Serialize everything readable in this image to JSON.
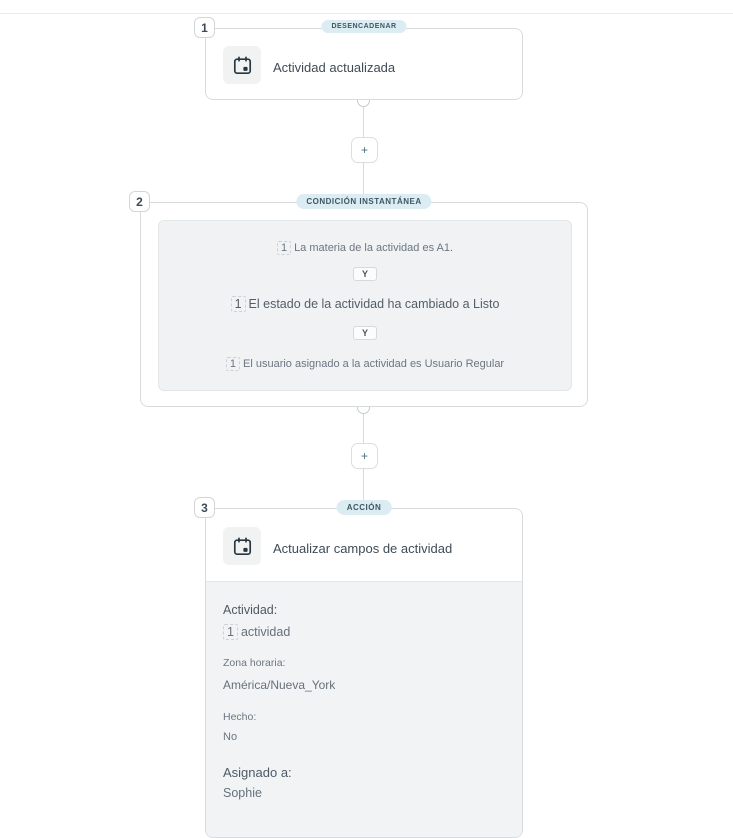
{
  "workflow": {
    "operator_label": "Y",
    "add_button_label": "+",
    "steps": [
      {
        "number": "1",
        "kind": "trigger",
        "type_label": "DESENCADENAR",
        "icon": "calendar-icon",
        "title": "Actividad actualizada"
      },
      {
        "number": "2",
        "kind": "instant-condition",
        "type_label": "CONDICIÓN INSTANTÁNEA",
        "conditions": [
          {
            "count": "1",
            "text": "La materia de la actividad es A1."
          },
          {
            "count": "1",
            "text": "El estado de la actividad ha cambiado a Listo"
          },
          {
            "count": "1",
            "text": "El usuario asignado a la actividad es Usuario Regular"
          }
        ]
      },
      {
        "number": "3",
        "kind": "action",
        "type_label": "ACCIÓN",
        "icon": "calendar-icon",
        "title": "Actualizar campos de actividad",
        "fields": [
          {
            "label": "Actividad:",
            "count": "1",
            "value": "actividad"
          },
          {
            "label": "Zona horaria:",
            "value": "América/Nueva_York"
          },
          {
            "label": "Hecho:",
            "value": "No"
          },
          {
            "label": "Asignado a:",
            "value": "Sophie"
          }
        ]
      }
    ]
  },
  "colors": {
    "pill_bg": "#dbecf2",
    "pill_text": "#3e5763",
    "card_border": "#d8dbde",
    "panel_bg": "#f2f3f4",
    "condition_bg": "#f1f2f3"
  }
}
